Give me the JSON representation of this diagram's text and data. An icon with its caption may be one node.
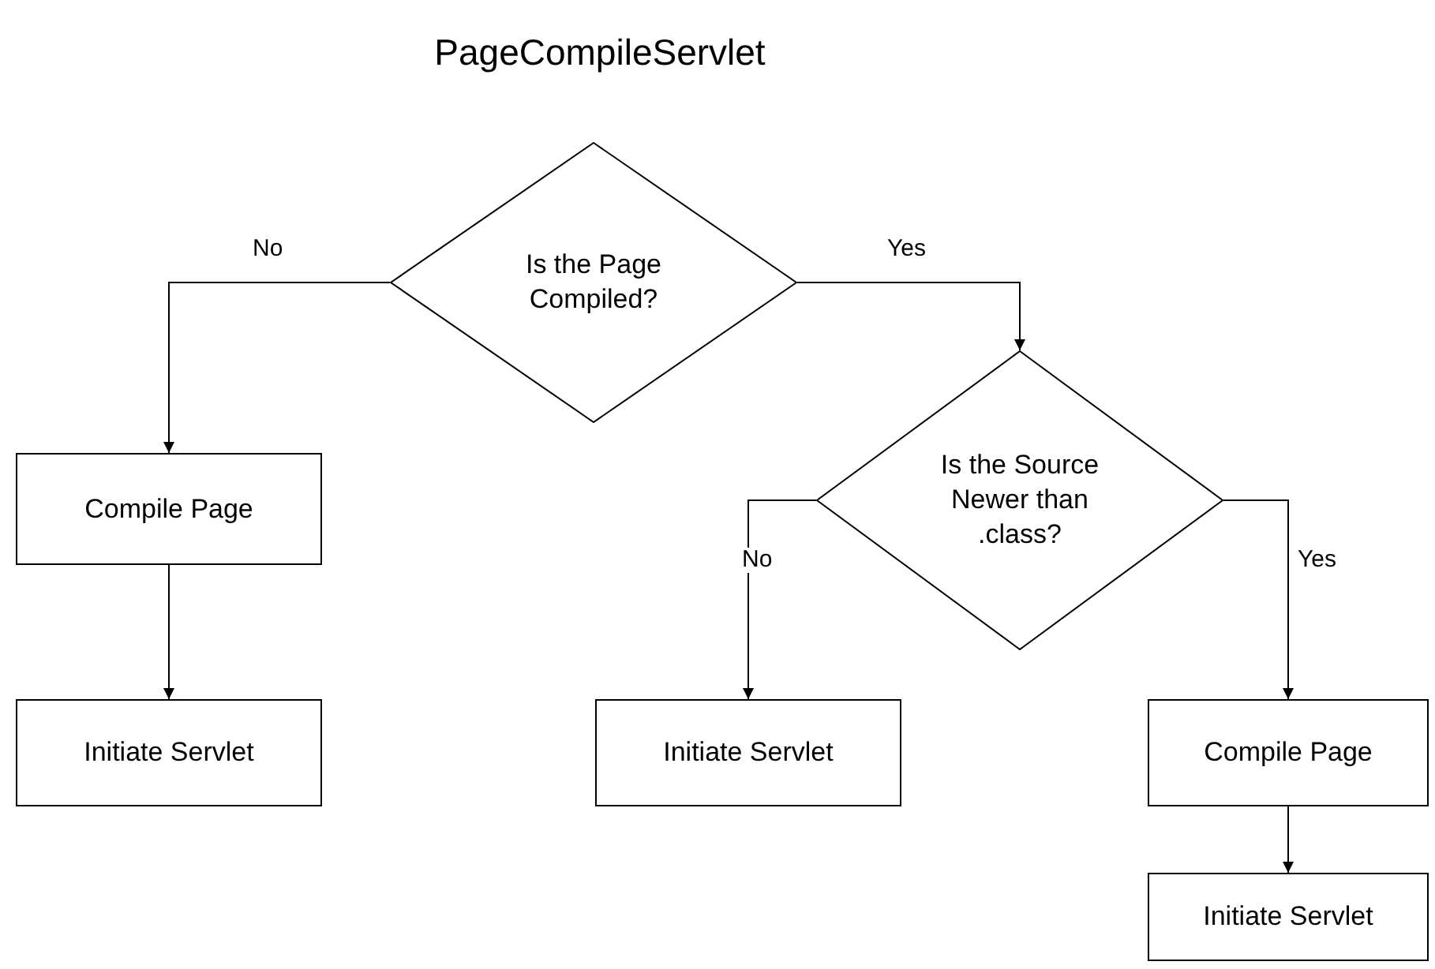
{
  "diagram": {
    "title": "PageCompileServlet",
    "nodes": [
      {
        "text": [
          "Is the Page Compiled?"
        ]
      },
      {
        "text": [
          "Compile Page"
        ]
      },
      {
        "text": [
          "Initiate Servlet"
        ]
      },
      {
        "text": [
          "Is the Source Newer than .class?"
        ]
      },
      {
        "text": [
          "Initiate Servlet"
        ]
      },
      {
        "text": [
          "Compile Page"
        ]
      },
      {
        "text": [
          "Initiate Servlet"
        ]
      }
    ],
    "edges": [
      {
        "from": 0,
        "to": 1,
        "arrow": "to",
        "label": "No"
      },
      {
        "from": 0,
        "to": 3,
        "arrow": "to",
        "label": "Yes"
      },
      {
        "from": 1,
        "to": 2,
        "arrow": "to"
      },
      {
        "from": 3,
        "to": 4,
        "arrow": "to",
        "label": "No"
      },
      {
        "from": 3,
        "to": 5,
        "arrow": "to",
        "label": "Yes"
      },
      {
        "from": 5,
        "to": 6,
        "arrow": "to"
      }
    ]
  }
}
